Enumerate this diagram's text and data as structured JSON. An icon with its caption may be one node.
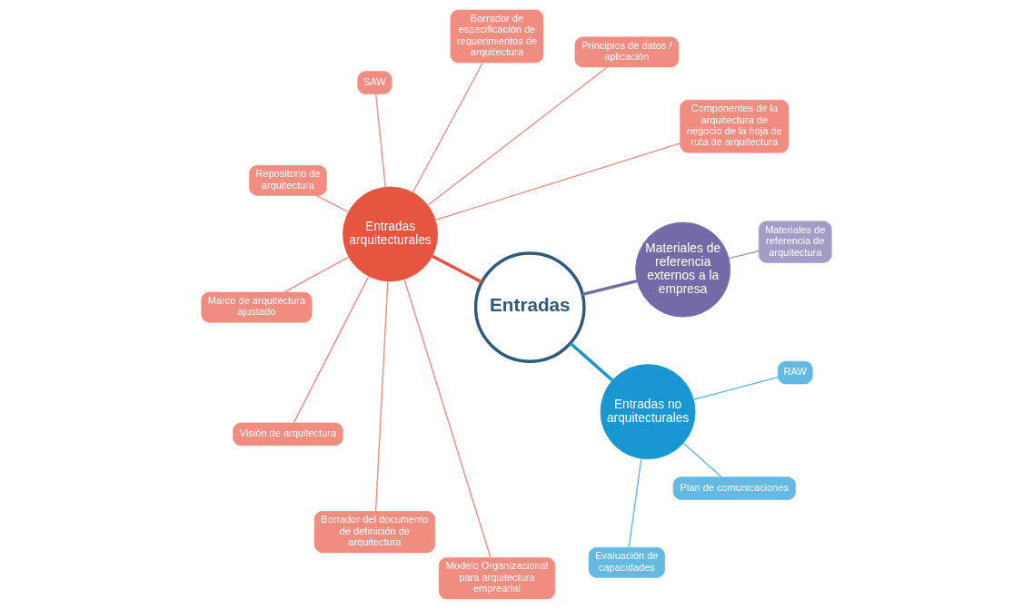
{
  "diagram": {
    "nodes": [
      {
        "text": [
          "Materiales de referencia de arquitectura"
        ]
      },
      {
        "text": [
          "Materiales de referencia externos a la empresa"
        ]
      },
      {
        "text": [
          "Componentes de la arquitectura de negocio de la hoja de ruta de arquitectura"
        ]
      },
      {
        "text": [
          "Principios de datos / aplicación"
        ]
      },
      {
        "text": [
          "Borrador de especificación de requerimientos de arquitectura"
        ]
      },
      {
        "text": [
          "Evaluación de capacidades"
        ]
      },
      {
        "text": [
          "Plan de comunicaciones"
        ]
      },
      {
        "text": [
          "SAW"
        ]
      },
      {
        "text": [
          "Repositorio de arquitectura"
        ]
      },
      {
        "text": [
          "Entradas arquitecturales"
        ]
      },
      {
        "text": [
          "Entradas"
        ]
      },
      {
        "text": [
          "Entradas no arquitecturales"
        ]
      },
      {
        "text": [
          "Marco de arquitectura ajustado"
        ]
      },
      {
        "text": [
          "Visión de arquitectura"
        ]
      },
      {
        "text": [
          "RAW"
        ]
      },
      {
        "text": [
          "Borrador del documento de definición de arquitectura"
        ]
      },
      {
        "text": [
          "Modelo Organizacional para arquitectura emprearial"
        ]
      }
    ],
    "edges": [
      {
        "from": 10,
        "to": 1,
        "arrow": "none",
        "style": "thick",
        "color": "#746aa7"
      },
      {
        "from": 10,
        "to": 9,
        "arrow": "none",
        "style": "thick",
        "color": "#e5553f"
      },
      {
        "from": 10,
        "to": 11,
        "arrow": "none",
        "style": "thick",
        "color": "#1897d3"
      },
      {
        "from": 1,
        "to": 0,
        "arrow": "none",
        "color": "#9e93c4"
      },
      {
        "from": 9,
        "to": 2,
        "arrow": "none"
      },
      {
        "from": 9,
        "to": 3,
        "arrow": "none"
      },
      {
        "from": 9,
        "to": 4,
        "arrow": "none"
      },
      {
        "from": 9,
        "to": 7,
        "arrow": "none"
      },
      {
        "from": 9,
        "to": 8,
        "arrow": "none"
      },
      {
        "from": 9,
        "to": 12,
        "arrow": "none"
      },
      {
        "from": 9,
        "to": 13,
        "arrow": "none"
      },
      {
        "from": 9,
        "to": 15,
        "arrow": "none"
      },
      {
        "from": 9,
        "to": 16,
        "arrow": "none"
      },
      {
        "from": 11,
        "to": 5,
        "arrow": "none",
        "color": "#5fb8e0"
      },
      {
        "from": 11,
        "to": 6,
        "arrow": "none",
        "color": "#5fb8e0"
      },
      {
        "from": 11,
        "to": 14,
        "arrow": "none",
        "color": "#5fb8e0"
      }
    ]
  }
}
